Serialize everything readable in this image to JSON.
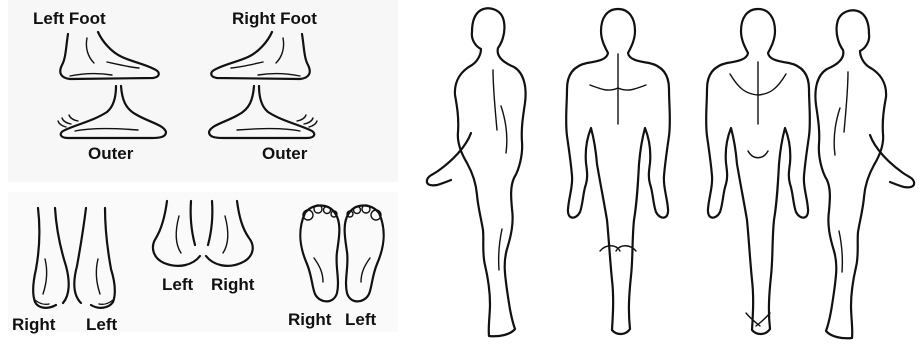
{
  "feet_top": {
    "left_title": "Left Foot",
    "right_title": "Right Foot",
    "left_outer": "Outer",
    "right_outer": "Outer"
  },
  "feet_bottom": {
    "front_right": "Right",
    "front_left": "Left",
    "back_left": "Left",
    "back_right": "Right",
    "sole_right": "Right",
    "sole_left": "Left"
  },
  "icons": {
    "foot": "foot-icon",
    "body": "human-body-outline-icon"
  },
  "colors": {
    "ink": "#111111",
    "panel": "#f7f7f7",
    "background": "#ffffff"
  }
}
